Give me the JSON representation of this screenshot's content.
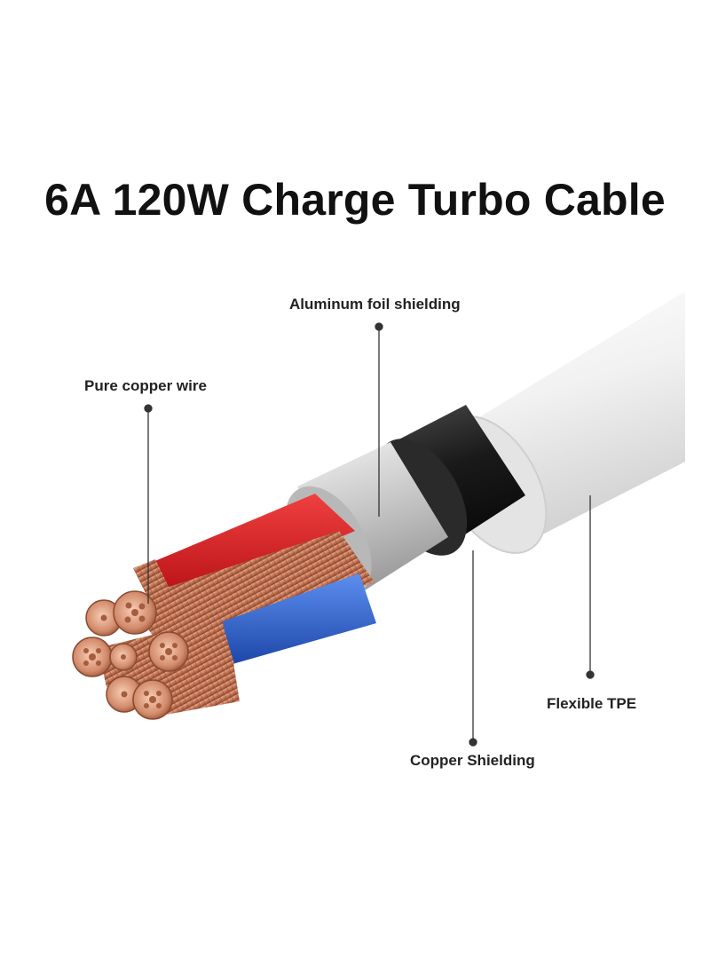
{
  "title": "6A 120W Charge Turbo Cable",
  "callouts": {
    "aluminum_foil": "Aluminum foil shielding",
    "pure_copper_wire": "Pure copper wire",
    "flexible_tpe": "Flexible TPE",
    "copper_shielding": "Copper Shielding"
  },
  "colors": {
    "jacket": "#eeeeee",
    "shield_black": "#1c1c1c",
    "foil": "#c9c9c9",
    "red_insulation": "#d8181c",
    "blue_insulation": "#2f6ad9",
    "copper": "#c77a5a"
  }
}
